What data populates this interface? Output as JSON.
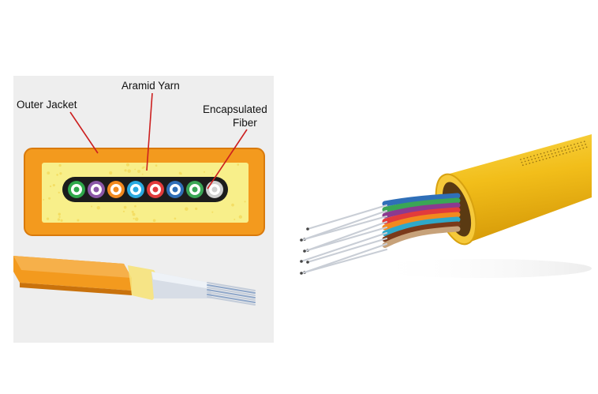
{
  "labels": {
    "outer_jacket": "Outer Jacket",
    "aramid_yarn": "Aramid Yarn",
    "encapsulated_line1": "Encapsulated",
    "encapsulated_line2": "Fiber"
  },
  "colors": {
    "jacket": "#f39a1e",
    "jacket_dark": "#d97a0c",
    "yarn": "#f8ef8a",
    "leader_line": "#cc1f1f",
    "fiber_strip": "#1c1c1c",
    "cable_yellow": "#f2be1a",
    "fibers": [
      "#2fa84a",
      "#8b57a8",
      "#f2891e",
      "#29a9e1",
      "#e23b3b",
      "#2f6fb8",
      "#3aa655",
      "#cfcfcf"
    ]
  },
  "icons": [
    "cross-section-diagram",
    "ribbon-cable-illustration",
    "round-cable-illustration"
  ]
}
